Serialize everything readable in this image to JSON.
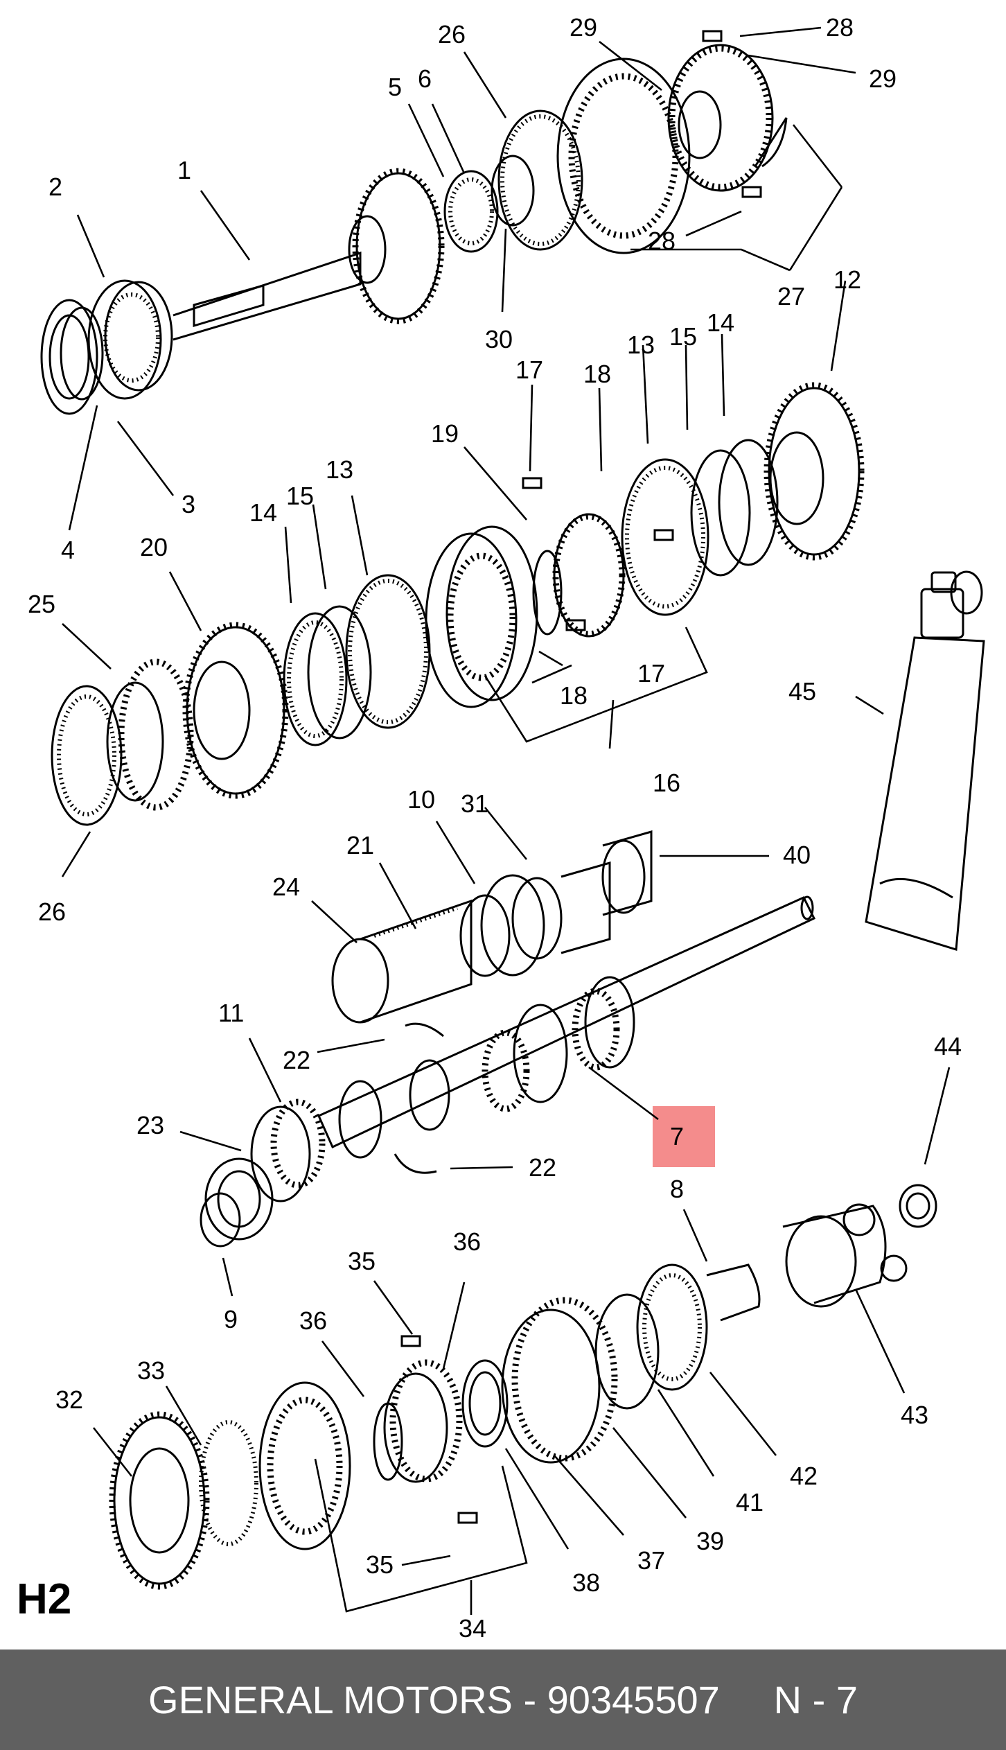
{
  "diagram": {
    "sheet_code": "H2",
    "highlight_color": "#f48c8c",
    "callouts": [
      {
        "id": "c2",
        "text": "2"
      },
      {
        "id": "c1",
        "text": "1"
      },
      {
        "id": "c3",
        "text": "3"
      },
      {
        "id": "c4",
        "text": "4"
      },
      {
        "id": "c5",
        "text": "5"
      },
      {
        "id": "c6",
        "text": "6"
      },
      {
        "id": "c26a",
        "text": "26"
      },
      {
        "id": "c29a",
        "text": "29"
      },
      {
        "id": "c28a",
        "text": "28"
      },
      {
        "id": "c29b",
        "text": "29"
      },
      {
        "id": "c28b",
        "text": "28"
      },
      {
        "id": "c27",
        "text": "27"
      },
      {
        "id": "c30",
        "text": "30"
      },
      {
        "id": "c12",
        "text": "12"
      },
      {
        "id": "c13a",
        "text": "13"
      },
      {
        "id": "c15a",
        "text": "15"
      },
      {
        "id": "c14a",
        "text": "14"
      },
      {
        "id": "c17a",
        "text": "17"
      },
      {
        "id": "c18a",
        "text": "18"
      },
      {
        "id": "c19",
        "text": "19"
      },
      {
        "id": "c13b",
        "text": "13"
      },
      {
        "id": "c14b",
        "text": "14"
      },
      {
        "id": "c15b",
        "text": "15"
      },
      {
        "id": "c20",
        "text": "20"
      },
      {
        "id": "c25",
        "text": "25"
      },
      {
        "id": "c17b",
        "text": "17"
      },
      {
        "id": "c18b",
        "text": "18"
      },
      {
        "id": "c16",
        "text": "16"
      },
      {
        "id": "c45",
        "text": "45"
      },
      {
        "id": "c26b",
        "text": "26"
      },
      {
        "id": "c31",
        "text": "31"
      },
      {
        "id": "c10",
        "text": "10"
      },
      {
        "id": "c21",
        "text": "21"
      },
      {
        "id": "c24",
        "text": "24"
      },
      {
        "id": "c40",
        "text": "40"
      },
      {
        "id": "c11",
        "text": "11"
      },
      {
        "id": "c22a",
        "text": "22"
      },
      {
        "id": "c23",
        "text": "23"
      },
      {
        "id": "c22b",
        "text": "22"
      },
      {
        "id": "c7",
        "text": "7"
      },
      {
        "id": "c9",
        "text": "9"
      },
      {
        "id": "c44",
        "text": "44"
      },
      {
        "id": "c8",
        "text": "8"
      },
      {
        "id": "c43",
        "text": "43"
      },
      {
        "id": "c35a",
        "text": "35"
      },
      {
        "id": "c36a",
        "text": "36"
      },
      {
        "id": "c36b",
        "text": "36"
      },
      {
        "id": "c33",
        "text": "33"
      },
      {
        "id": "c32",
        "text": "32"
      },
      {
        "id": "c42",
        "text": "42"
      },
      {
        "id": "c41",
        "text": "41"
      },
      {
        "id": "c39",
        "text": "39"
      },
      {
        "id": "c37",
        "text": "37"
      },
      {
        "id": "c38",
        "text": "38"
      },
      {
        "id": "c35b",
        "text": "35"
      },
      {
        "id": "c34",
        "text": "34"
      }
    ]
  },
  "footer": {
    "text": "GENERAL MOTORS - 90345507     N - 7",
    "background": "#606060",
    "text_color": "#ffffff"
  }
}
